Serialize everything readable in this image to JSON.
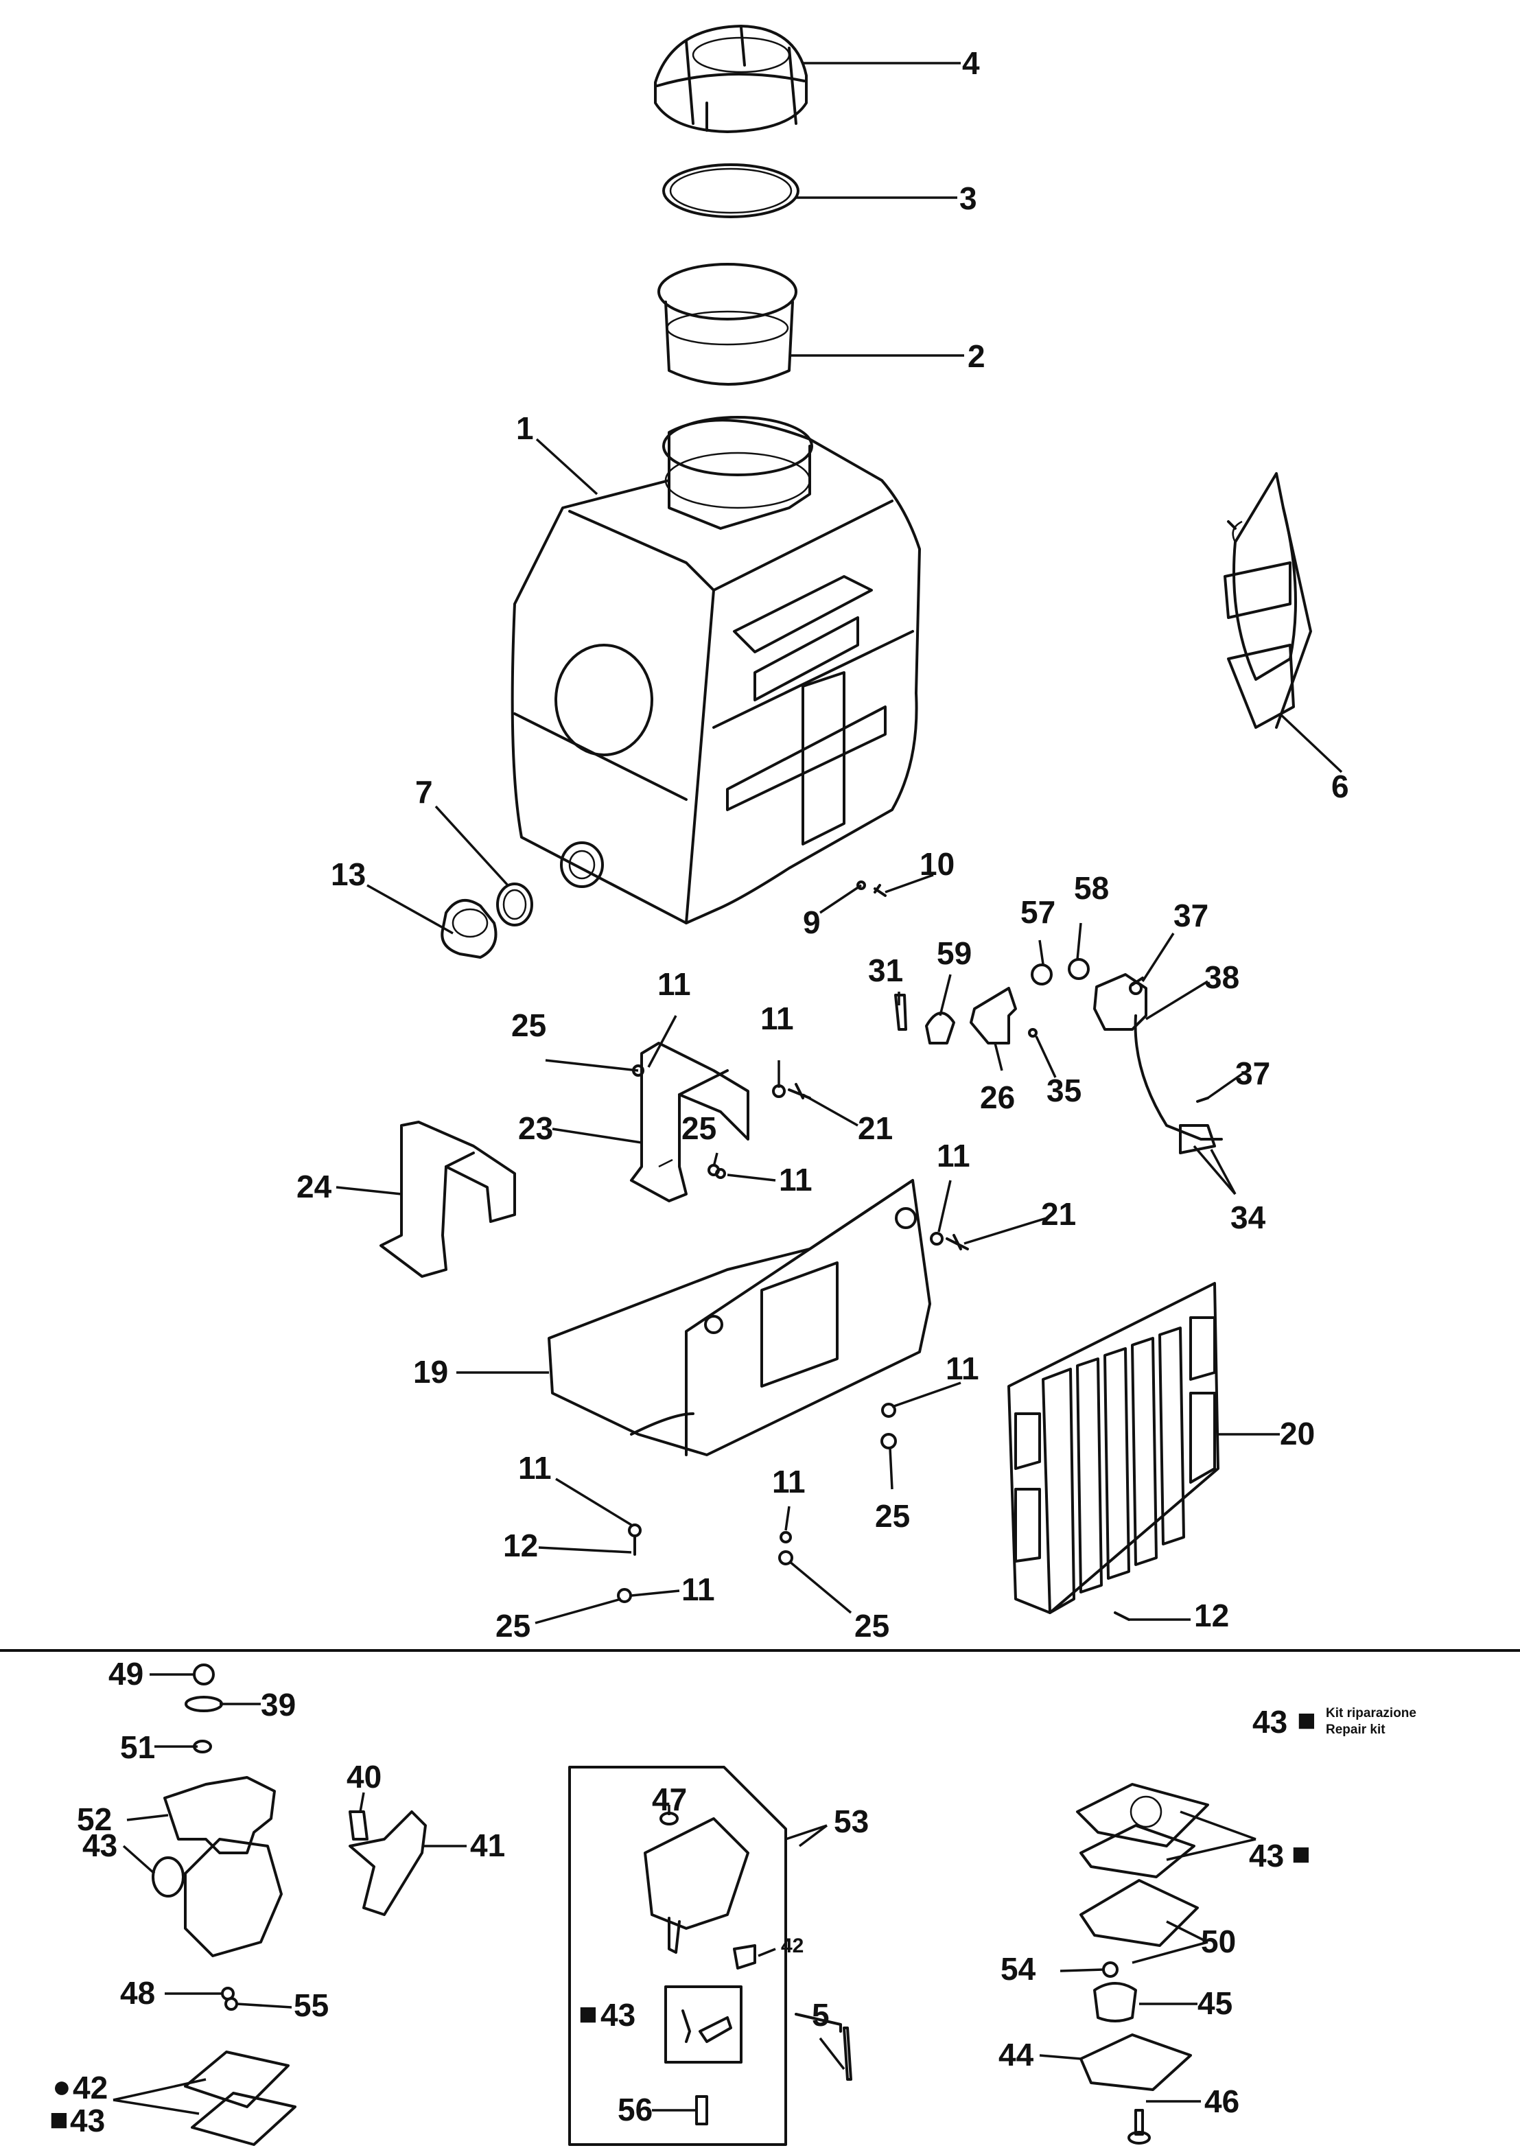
{
  "callouts": {
    "c1": "1",
    "c2": "2",
    "c3": "3",
    "c4": "4",
    "c5": "5",
    "c6": "6",
    "c7": "7",
    "c9": "9",
    "c10": "10",
    "c11a": "11",
    "c11b": "11",
    "c11c": "11",
    "c11d": "11",
    "c11e": "11",
    "c11f": "11",
    "c11g": "11",
    "c11h": "11",
    "c12a": "12",
    "c12b": "12",
    "c13": "13",
    "c19": "19",
    "c20": "20",
    "c21a": "21",
    "c21b": "21",
    "c23": "23",
    "c24": "24",
    "c25a": "25",
    "c25b": "25",
    "c25c": "25",
    "c25d": "25",
    "c25e": "25",
    "c26": "26",
    "c31": "31",
    "c34": "34",
    "c35": "35",
    "c37a": "37",
    "c37b": "37",
    "c38": "38",
    "c39": "39",
    "c40": "40",
    "c41": "41",
    "c42a": "42",
    "c42b": "42",
    "c43a": "43",
    "c43b": "43",
    "c43c": "43",
    "c43d": "43",
    "c43e": "43",
    "c44": "44",
    "c45": "45",
    "c46": "46",
    "c47": "47",
    "c48": "48",
    "c49": "49",
    "c50": "50",
    "c51": "51",
    "c52": "52",
    "c53": "53",
    "c54": "54",
    "c55": "55",
    "c56": "56",
    "c57": "57",
    "c58": "58",
    "c59": "59"
  },
  "legend": {
    "number": "43",
    "line1": "Kit riparazione",
    "line2": "Repair kit",
    "square_symbol": "■",
    "dot_symbol": "●"
  }
}
